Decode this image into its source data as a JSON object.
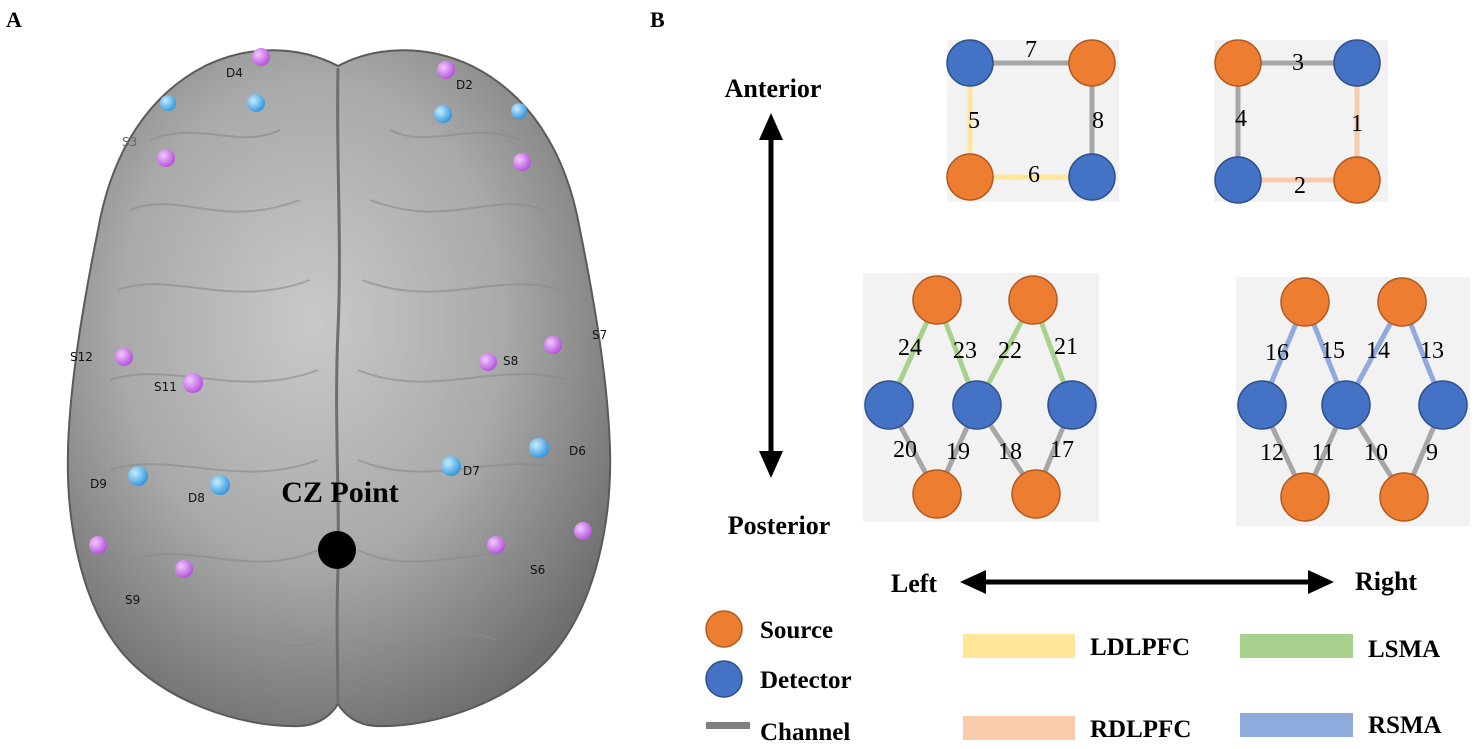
{
  "panels": {
    "a": "A",
    "b": "B"
  },
  "brain": {
    "cz_label": "CZ Point",
    "optodes": [
      {
        "label": "D4",
        "type": "detector-label"
      },
      {
        "label": "D2",
        "type": "detector-label"
      },
      {
        "label": "S3",
        "type": "source-label"
      },
      {
        "label": "S12",
        "type": "source-label"
      },
      {
        "label": "S11",
        "type": "source-label"
      },
      {
        "label": "S8",
        "type": "source-label"
      },
      {
        "label": "S7",
        "type": "source-label"
      },
      {
        "label": "D6",
        "type": "detector-label"
      },
      {
        "label": "D7",
        "type": "detector-label"
      },
      {
        "label": "D8",
        "type": "detector-label"
      },
      {
        "label": "D9",
        "type": "detector-label"
      },
      {
        "label": "S6",
        "type": "source-label"
      },
      {
        "label": "S9",
        "type": "source-label"
      }
    ],
    "colors": {
      "source": "#cc66ee",
      "detector": "#44aaee",
      "cz": "#000000"
    }
  },
  "directions": {
    "anterior": "Anterior",
    "posterior": "Posterior",
    "left": "Left",
    "right": "Right"
  },
  "channels": {
    "ldlpfc": [
      "7",
      "5",
      "8",
      "6"
    ],
    "rdlpfc": [
      "3",
      "4",
      "1",
      "2"
    ],
    "lsma": [
      "24",
      "23",
      "22",
      "21",
      "20",
      "19",
      "18",
      "17"
    ],
    "rsma": [
      "16",
      "15",
      "14",
      "13",
      "12",
      "11",
      "10",
      "9"
    ]
  },
  "legend": {
    "source": "Source",
    "detector": "Detector",
    "channel": "Channel",
    "ldlpfc": "LDLPFC",
    "lsma": "LSMA",
    "rdlpfc": "RDLPFC",
    "rsma": "RSMA"
  },
  "colors": {
    "source": "#ed7d31",
    "detector": "#4472c4",
    "channel": "#a6a6a6",
    "ldlpfc": "#ffe699",
    "rdlpfc": "#f8cbad",
    "lsma": "#a9d18e",
    "rsma": "#8faadc",
    "panel_bg": "#f2f2f2"
  }
}
